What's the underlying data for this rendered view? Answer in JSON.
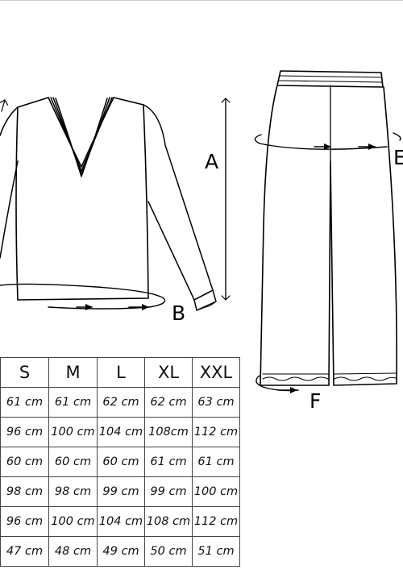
{
  "labels": {
    "a": "A",
    "b": "B",
    "e": "E",
    "f": "F"
  },
  "table": {
    "headers": [
      "S",
      "M",
      "L",
      "XL",
      "XXL"
    ],
    "rows": [
      [
        "61 cm",
        "61 cm",
        "62 cm",
        "62 cm",
        "63 cm"
      ],
      [
        "96 cm",
        "100 cm",
        "104 cm",
        "108cm",
        "112 cm"
      ],
      [
        "60 cm",
        "60 cm",
        "60 cm",
        "61 cm",
        "61 cm"
      ],
      [
        "98 cm",
        "98 cm",
        "99 cm",
        "99 cm",
        "100 cm"
      ],
      [
        "96 cm",
        "100 cm",
        "104 cm",
        "108 cm",
        "112 cm"
      ],
      [
        "47 cm",
        "48 cm",
        "49 cm",
        "50 cm",
        "51 cm"
      ]
    ]
  },
  "colors": {
    "line": "#000000",
    "table_border": "#444444"
  }
}
